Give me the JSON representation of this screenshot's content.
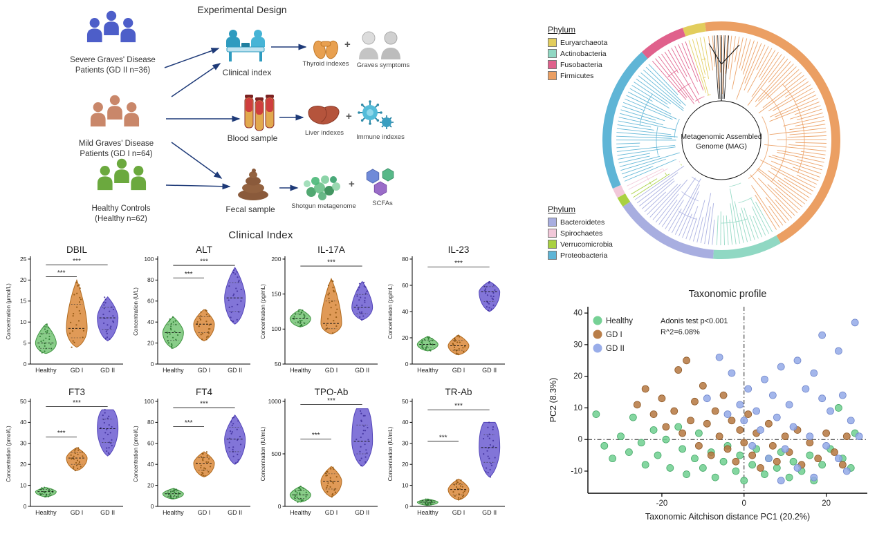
{
  "experimental_design": {
    "title": "Experimental Design",
    "groups": [
      {
        "label_line1": "Severe Graves' Disease",
        "label_line2": "Patients (GD II n=36)",
        "color": "#4d5ec9"
      },
      {
        "label_line1": "Mild Graves' Disease",
        "label_line2": "Patients (GD I n=64)",
        "color": "#c9876a"
      },
      {
        "label_line1": "Healthy Controls",
        "label_line2": "(Healthy n=62)",
        "color": "#6ba93e"
      }
    ],
    "assessments": [
      {
        "label": "Clinical index",
        "plus": "+",
        "outputs": [
          "Thyroid indexes",
          "Graves symptoms"
        ]
      },
      {
        "label": "Blood sample",
        "plus": "+",
        "outputs": [
          "Liver indexes",
          "Immune indexes"
        ]
      },
      {
        "label": "Fecal sample",
        "plus": "+",
        "outputs": [
          "Shotgun metagenome",
          "SCFAs"
        ]
      }
    ]
  },
  "clinical_index": {
    "title": "Clinical Index"
  },
  "phylogenetic_tree": {
    "center_label_line1": "Metagenomic Assembled",
    "center_label_line2": "Genome (MAG)",
    "legend_top": {
      "title": "Phylum",
      "items": [
        {
          "label": "Euryarchaeota",
          "color": "#e2cd5d"
        },
        {
          "label": "Actinobacteria",
          "color": "#90d8c3"
        },
        {
          "label": "Fusobacteria",
          "color": "#e0618c"
        },
        {
          "label": "Firmicutes",
          "color": "#eb9f63"
        }
      ]
    },
    "legend_bottom": {
      "title": "Phylum",
      "items": [
        {
          "label": "Bacteroidetes",
          "color": "#a8aee0"
        },
        {
          "label": "Spirochaetes",
          "color": "#f2c8d9"
        },
        {
          "label": "Verrucomicrobia",
          "color": "#a9d141"
        },
        {
          "label": "Proteobacteria",
          "color": "#5fb5d6"
        }
      ]
    },
    "segments": [
      {
        "phylum": "Firmicutes",
        "color": "#eb9f63",
        "start": -8,
        "end": 150
      },
      {
        "phylum": "Actinobacteria",
        "color": "#90d8c3",
        "start": 150,
        "end": 184
      },
      {
        "phylum": "Bacteroidetes",
        "color": "#a8aee0",
        "start": 184,
        "end": 236
      },
      {
        "phylum": "Verrucomicrobia",
        "color": "#a9d141",
        "start": 236,
        "end": 241
      },
      {
        "phylum": "Spirochaetes",
        "color": "#f2c8d9",
        "start": 241,
        "end": 246
      },
      {
        "phylum": "Proteobacteria",
        "color": "#5fb5d6",
        "start": 246,
        "end": 318
      },
      {
        "phylum": "Fusobacteria",
        "color": "#e0618c",
        "start": 318,
        "end": 341
      },
      {
        "phylum": "Euryarchaeota",
        "color": "#e2cd5d",
        "start": 341,
        "end": 352
      }
    ]
  },
  "group_colors": [
    {
      "name": "Healthy",
      "fill": "#7cc87c",
      "stroke": "#3f9440",
      "dot": "#2e7d32"
    },
    {
      "name": "GD I",
      "fill": "#dd8f45",
      "stroke": "#b06a1e",
      "dot": "#8f5510"
    },
    {
      "name": "GD II",
      "fill": "#7466d4",
      "stroke": "#5244b8",
      "dot": "#4333a0"
    }
  ],
  "chart_data": [
    {
      "type": "violin",
      "title": "DBIL",
      "ylabel": "Concentration (μmol/L)",
      "ylim": [
        0,
        25
      ],
      "yticks": [
        0,
        5,
        10,
        15,
        20,
        25
      ],
      "categories": [
        "Healthy",
        "GD I",
        "GD II"
      ],
      "violins": [
        {
          "group": "Healthy",
          "min": 2.5,
          "max": 9.5,
          "median": 5
        },
        {
          "group": "GD I",
          "min": 4,
          "max": 20,
          "median": 8.5
        },
        {
          "group": "GD II",
          "min": 5.5,
          "max": 16,
          "median": 11
        }
      ],
      "significance": [
        {
          "groups": [
            0,
            1
          ],
          "y": 20.8,
          "label": "***"
        },
        {
          "groups": [
            0,
            2
          ],
          "y": 23.6,
          "label": "***"
        }
      ]
    },
    {
      "type": "violin",
      "title": "ALT",
      "ylabel": "Concentration (U/L)",
      "ylim": [
        0,
        100
      ],
      "yticks": [
        0,
        20,
        40,
        60,
        80,
        100
      ],
      "categories": [
        "Healthy",
        "GD I",
        "GD II"
      ],
      "violins": [
        {
          "group": "Healthy",
          "min": 15,
          "max": 45,
          "median": 30
        },
        {
          "group": "GD I",
          "min": 22,
          "max": 52,
          "median": 38
        },
        {
          "group": "GD II",
          "min": 38,
          "max": 92,
          "median": 63
        }
      ],
      "significance": [
        {
          "groups": [
            0,
            1
          ],
          "y": 82,
          "label": "***"
        },
        {
          "groups": [
            0,
            2
          ],
          "y": 94,
          "label": "***"
        }
      ]
    },
    {
      "type": "violin",
      "title": "IL-17A",
      "ylabel": "Concentration (pg/mL)",
      "ylim": [
        50,
        200
      ],
      "yticks": [
        50,
        100,
        150,
        200
      ],
      "categories": [
        "Healthy",
        "GD I",
        "GD II"
      ],
      "violins": [
        {
          "group": "Healthy",
          "min": 103,
          "max": 128,
          "median": 115
        },
        {
          "group": "GD I",
          "min": 93,
          "max": 172,
          "median": 108
        },
        {
          "group": "GD II",
          "min": 113,
          "max": 168,
          "median": 131
        }
      ],
      "significance": [
        {
          "groups": [
            0,
            2
          ],
          "y": 190,
          "label": "***"
        }
      ]
    },
    {
      "type": "violin",
      "title": "IL-23",
      "ylabel": "Concentration (pg/mL)",
      "ylim": [
        0,
        80
      ],
      "yticks": [
        0,
        20,
        40,
        60,
        80
      ],
      "categories": [
        "Healthy",
        "GD I",
        "GD II"
      ],
      "violins": [
        {
          "group": "Healthy",
          "min": 10,
          "max": 21,
          "median": 15
        },
        {
          "group": "GD I",
          "min": 7,
          "max": 22,
          "median": 14
        },
        {
          "group": "GD II",
          "min": 40,
          "max": 63,
          "median": 55
        }
      ],
      "significance": [
        {
          "groups": [
            0,
            2
          ],
          "y": 74,
          "label": "***"
        }
      ]
    },
    {
      "type": "violin",
      "title": "FT3",
      "ylabel": "Concentration (pmol/L)",
      "ylim": [
        0,
        50
      ],
      "yticks": [
        0,
        10,
        20,
        30,
        40,
        50
      ],
      "categories": [
        "Healthy",
        "GD I",
        "GD II"
      ],
      "violins": [
        {
          "group": "Healthy",
          "min": 4.5,
          "max": 9,
          "median": 7
        },
        {
          "group": "GD I",
          "min": 17,
          "max": 28,
          "median": 23
        },
        {
          "group": "GD II",
          "min": 24,
          "max": 46,
          "median": 37,
          "flat_top": true
        }
      ],
      "significance": [
        {
          "groups": [
            0,
            1
          ],
          "y": 33,
          "label": "***"
        },
        {
          "groups": [
            0,
            2
          ],
          "y": 47.5,
          "label": "***"
        }
      ]
    },
    {
      "type": "violin",
      "title": "FT4",
      "ylabel": "Concentration (pmol/L)",
      "ylim": [
        0,
        100
      ],
      "yticks": [
        0,
        20,
        40,
        60,
        80,
        100
      ],
      "categories": [
        "Healthy",
        "GD I",
        "GD II"
      ],
      "violins": [
        {
          "group": "Healthy",
          "min": 7,
          "max": 17,
          "median": 12
        },
        {
          "group": "GD I",
          "min": 28,
          "max": 52,
          "median": 41
        },
        {
          "group": "GD II",
          "min": 40,
          "max": 87,
          "median": 64
        }
      ],
      "significance": [
        {
          "groups": [
            0,
            1
          ],
          "y": 76,
          "label": "***"
        },
        {
          "groups": [
            0,
            2
          ],
          "y": 94,
          "label": "***"
        }
      ]
    },
    {
      "type": "violin",
      "title": "TPO-Ab",
      "ylabel": "Concentration (IU/mL)",
      "ylim": [
        0,
        1000
      ],
      "yticks": [
        0,
        500,
        1000
      ],
      "categories": [
        "Healthy",
        "GD I",
        "GD II"
      ],
      "violins": [
        {
          "group": "Healthy",
          "min": 40,
          "max": 190,
          "median": 110
        },
        {
          "group": "GD I",
          "min": 90,
          "max": 380,
          "median": 240
        },
        {
          "group": "GD II",
          "min": 380,
          "max": 930,
          "median": 620,
          "flat_top": true
        }
      ],
      "significance": [
        {
          "groups": [
            0,
            1
          ],
          "y": 640,
          "label": "***"
        },
        {
          "groups": [
            0,
            2
          ],
          "y": 970,
          "label": "***"
        }
      ]
    },
    {
      "type": "violin",
      "title": "TR-Ab",
      "ylabel": "Concentration (IU/mL)",
      "ylim": [
        0,
        50
      ],
      "yticks": [
        0,
        10,
        20,
        30,
        40,
        50
      ],
      "categories": [
        "Healthy",
        "GD I",
        "GD II"
      ],
      "violins": [
        {
          "group": "Healthy",
          "min": 0.5,
          "max": 3.5,
          "median": 2
        },
        {
          "group": "GD I",
          "min": 3,
          "max": 13,
          "median": 8
        },
        {
          "group": "GD II",
          "min": 14,
          "max": 40,
          "median": 28,
          "flat_top": true
        }
      ],
      "significance": [
        {
          "groups": [
            0,
            1
          ],
          "y": 31,
          "label": "***"
        },
        {
          "groups": [
            0,
            2
          ],
          "y": 46,
          "label": "***"
        }
      ]
    },
    {
      "type": "scatter",
      "title": "Taxonomic profile",
      "xlabel": "Taxonomic Aitchison distance PC1 (20.2%)",
      "ylabel": "PC2 (8.3%)",
      "xlim": [
        -38,
        30
      ],
      "ylim": [
        -17,
        42
      ],
      "xticks": [
        -20,
        0,
        20
      ],
      "yticks": [
        -10,
        0,
        10,
        20,
        30,
        40
      ],
      "annotation_line1": "Adonis test p<0.001",
      "annotation_line2": "R^2=6.08%",
      "reference_lines": {
        "x": 0,
        "y": 0
      },
      "series": [
        {
          "name": "Healthy",
          "color": "#6fcf8f",
          "stroke": "#45a968",
          "points": [
            [
              -36,
              8
            ],
            [
              -34,
              -2
            ],
            [
              -32,
              -6
            ],
            [
              -30,
              1
            ],
            [
              -28,
              -4
            ],
            [
              -27,
              7
            ],
            [
              -25,
              -1
            ],
            [
              -24,
              -8
            ],
            [
              -22,
              3
            ],
            [
              -21,
              -5
            ],
            [
              -19,
              0
            ],
            [
              -18,
              -9
            ],
            [
              -16,
              4
            ],
            [
              -15,
              -3
            ],
            [
              -14,
              -11
            ],
            [
              -12,
              -6
            ],
            [
              -11,
              2
            ],
            [
              -10,
              -9
            ],
            [
              -8,
              -4
            ],
            [
              -7,
              -12
            ],
            [
              -5,
              -7
            ],
            [
              -4,
              -2
            ],
            [
              -2,
              -10
            ],
            [
              -1,
              -5
            ],
            [
              0,
              -13
            ],
            [
              2,
              -8
            ],
            [
              3,
              -3
            ],
            [
              5,
              -11
            ],
            [
              6,
              -6
            ],
            [
              8,
              -9
            ],
            [
              9,
              -4
            ],
            [
              11,
              -12
            ],
            [
              12,
              -7
            ],
            [
              14,
              -10
            ],
            [
              16,
              -5
            ],
            [
              17,
              -13
            ],
            [
              19,
              -8
            ],
            [
              21,
              -3
            ],
            [
              23,
              10
            ],
            [
              24,
              -6
            ],
            [
              26,
              -9
            ],
            [
              27,
              2
            ]
          ]
        },
        {
          "name": "GD I",
          "color": "#b5773f",
          "stroke": "#8f5a28",
          "points": [
            [
              -26,
              11
            ],
            [
              -24,
              16
            ],
            [
              -22,
              8
            ],
            [
              -20,
              13
            ],
            [
              -19,
              4
            ],
            [
              -17,
              9
            ],
            [
              -16,
              22
            ],
            [
              -15,
              2
            ],
            [
              -13,
              6
            ],
            [
              -12,
              12
            ],
            [
              -11,
              -2
            ],
            [
              -10,
              17
            ],
            [
              -9,
              5
            ],
            [
              -8,
              -5
            ],
            [
              -7,
              9
            ],
            [
              -6,
              1
            ],
            [
              -5,
              14
            ],
            [
              -4,
              -3
            ],
            [
              -3,
              6
            ],
            [
              -2,
              -7
            ],
            [
              -1,
              3
            ],
            [
              0,
              -1
            ],
            [
              1,
              8
            ],
            [
              2,
              -5
            ],
            [
              3,
              2
            ],
            [
              4,
              -9
            ],
            [
              6,
              5
            ],
            [
              7,
              -2
            ],
            [
              8,
              -7
            ],
            [
              10,
              1
            ],
            [
              11,
              -4
            ],
            [
              13,
              3
            ],
            [
              14,
              -8
            ],
            [
              16,
              -1
            ],
            [
              18,
              -6
            ],
            [
              20,
              2
            ],
            [
              22,
              -4
            ],
            [
              24,
              -8
            ],
            [
              25,
              1
            ],
            [
              -14,
              25
            ]
          ]
        },
        {
          "name": "GD II",
          "color": "#93a9e8",
          "stroke": "#7187cc",
          "points": [
            [
              27,
              37
            ],
            [
              19,
              33
            ],
            [
              23,
              28
            ],
            [
              13,
              25
            ],
            [
              17,
              21
            ],
            [
              9,
              23
            ],
            [
              5,
              19
            ],
            [
              1,
              16
            ],
            [
              -3,
              21
            ],
            [
              -6,
              26
            ],
            [
              7,
              14
            ],
            [
              11,
              11
            ],
            [
              15,
              16
            ],
            [
              19,
              13
            ],
            [
              21,
              9
            ],
            [
              24,
              14
            ],
            [
              26,
              6
            ],
            [
              28,
              1
            ],
            [
              3,
              9
            ],
            [
              0,
              6
            ],
            [
              4,
              3
            ],
            [
              8,
              7
            ],
            [
              12,
              4
            ],
            [
              16,
              1
            ],
            [
              20,
              -2
            ],
            [
              23,
              -6
            ],
            [
              25,
              -10
            ],
            [
              10,
              -3
            ],
            [
              6,
              -6
            ],
            [
              13,
              -9
            ],
            [
              17,
              -12
            ],
            [
              -9,
              13
            ],
            [
              -1,
              11
            ],
            [
              2,
              -2
            ],
            [
              9,
              -13
            ],
            [
              -4,
              8
            ]
          ]
        }
      ]
    }
  ]
}
